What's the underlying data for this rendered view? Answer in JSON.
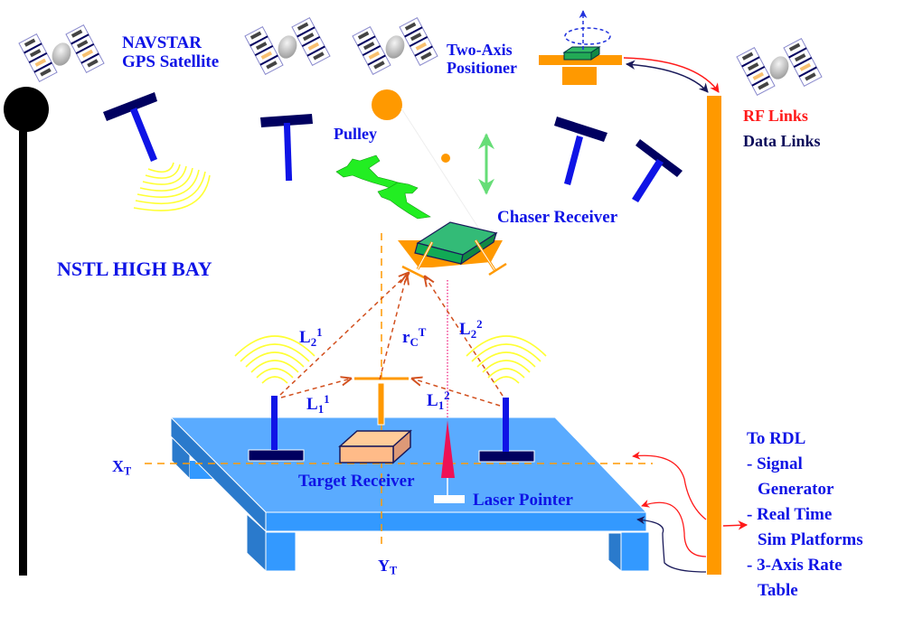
{
  "title": {
    "navstar": [
      "NAVSTAR",
      "GPS Satellite"
    ],
    "high_bay": "NSTL HIGH BAY"
  },
  "labels": {
    "two_axis": [
      "Two-Axis",
      "Positioner"
    ],
    "pulley": "Pulley",
    "chaser_receiver": "Chaser Receiver",
    "target_receiver": "Target Receiver",
    "laser_pointer": "Laser Pointer",
    "rf_links": "RF Links",
    "data_links": "Data Links"
  },
  "vectors": {
    "l2_1": {
      "base": "L",
      "sub": "2",
      "sup": "1"
    },
    "l2_2": {
      "base": "L",
      "sub": "2",
      "sup": "2"
    },
    "l1_1": {
      "base": "L",
      "sub": "1",
      "sup": "1"
    },
    "l1_2": {
      "base": "L",
      "sub": "1",
      "sup": "2"
    },
    "rc_t": {
      "base": "r",
      "sub": "C",
      "sup": "T"
    }
  },
  "axes": {
    "x": {
      "base": "X",
      "sub": "T"
    },
    "y": {
      "base": "Y",
      "sub": "T"
    }
  },
  "rdl": {
    "title": "To RDL",
    "items": [
      "- Signal",
      "Generator",
      "- Real Time",
      "Sim Platforms",
      "- 3-Axis Rate",
      "Table"
    ]
  },
  "colors": {
    "label_blue": "#0f14e6",
    "rf_red": "#ff1a1a",
    "data_navy": "#0a0a5a",
    "orange": "#ff9900",
    "table_blue": "#5aabff",
    "antenna_yellow": "#ffff33",
    "chaser_green": "#1fa85a"
  }
}
